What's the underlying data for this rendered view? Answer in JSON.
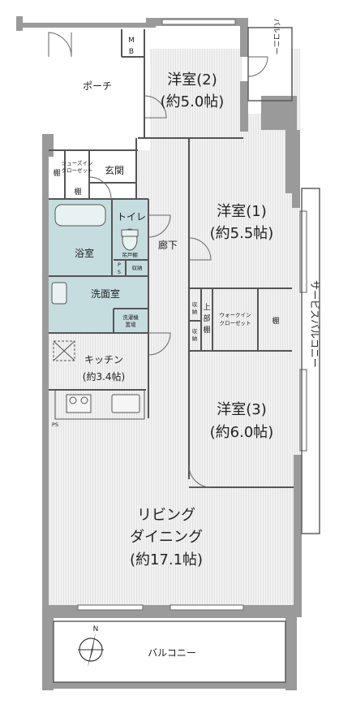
{
  "rooms": {
    "western_2": {
      "name": "洋室(2)",
      "size": "(約5.0帖)"
    },
    "western_1": {
      "name": "洋室(1)",
      "size": "(約5.5帖)"
    },
    "western_3": {
      "name": "洋室(3)",
      "size": "(約6.0帖)"
    },
    "kitchen": {
      "name": "キッチン",
      "size": "(約3.4帖)"
    },
    "living": {
      "line1": "リビング",
      "line2": "ダイニング",
      "size": "(約17.1帖)"
    },
    "porch": "ポーチ",
    "entrance": "玄関",
    "bathroom": "浴室",
    "toilet": "トイレ",
    "corridor": "廊下",
    "washroom": "洗面室",
    "balcony_main": "バルコニー",
    "balcony_small": "バルコニー",
    "service_balcony": "サービスバルコニー"
  },
  "storage": {
    "mb_m": "M",
    "mb_b": "B",
    "shelf_1": "棚",
    "shelf_2": "棚",
    "shelf_3": "棚",
    "shoes_in_1": "シューズイン",
    "shoes_in_2": "クローゼット",
    "wic_1": "ウォークイン",
    "wic_2": "クローゼット",
    "upper_shelf_1": "上",
    "upper_shelf_2": "部",
    "upper_shelf_3": "棚",
    "closet_1a": "収",
    "closet_1b": "納",
    "closet_2a": "収",
    "closet_2b": "納",
    "storage_toilet": "収納",
    "toilet_shelf": "吊戸棚",
    "ps_1a": "P",
    "ps_1b": "S",
    "ps_2": "PS",
    "washer_1": "洗濯機",
    "washer_2": "置場"
  },
  "compass": "N",
  "colors": {
    "wall": "#9a9a9a",
    "floor": "#f0f0f0",
    "floor_line": "#e3e3e3",
    "wet_area": "#c6dde0",
    "line": "#555555"
  }
}
